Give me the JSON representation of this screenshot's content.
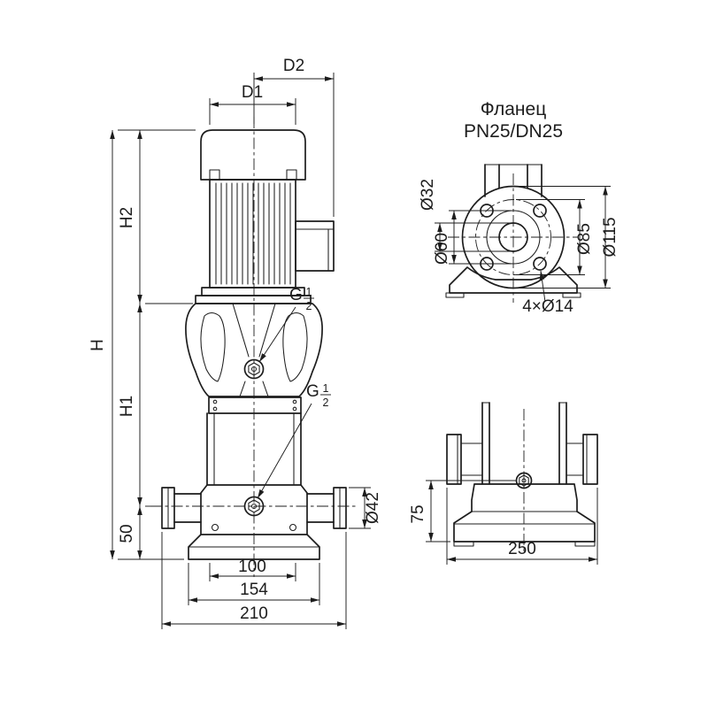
{
  "page": {
    "background": "#ffffff",
    "line_color": "#1d1d1d"
  },
  "main_view": {
    "dims": {
      "d2": "D2",
      "d1": "D1",
      "h": "H",
      "h2": "H2",
      "h1": "H1",
      "base_height": "50",
      "port_flange": "Ø42",
      "width_inner": "100",
      "width_mid": "154",
      "width_outer": "210"
    },
    "thread": {
      "letter": "G",
      "num": "1",
      "den": "2"
    }
  },
  "flange_view": {
    "title": "Фланец",
    "subtitle": "PN25/DN25",
    "dims": {
      "bore": "Ø32",
      "raised_face": "Ø60",
      "bolt_circle": "Ø85",
      "outer": "Ø115",
      "bolt_holes": "4×Ø14"
    }
  },
  "side_view": {
    "dims": {
      "height": "75",
      "width": "250"
    }
  }
}
